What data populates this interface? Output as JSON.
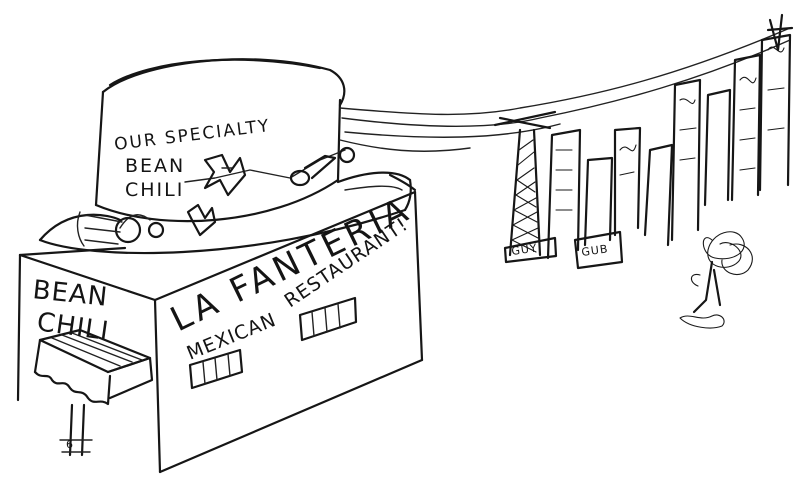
{
  "sketch": {
    "hat_sign": {
      "line1": "OUR SPECIALTY",
      "line2": "BEAN",
      "line3": "CHILI"
    },
    "side_sign": {
      "line1": "BEAN",
      "line2": "CHILI"
    },
    "restaurant_sign": {
      "name": "LA FANTERIA",
      "line1": "MEXICAN",
      "line2": "RESTAURANT!"
    },
    "city_signs": {
      "left": "GUY",
      "right": "GUB"
    }
  }
}
